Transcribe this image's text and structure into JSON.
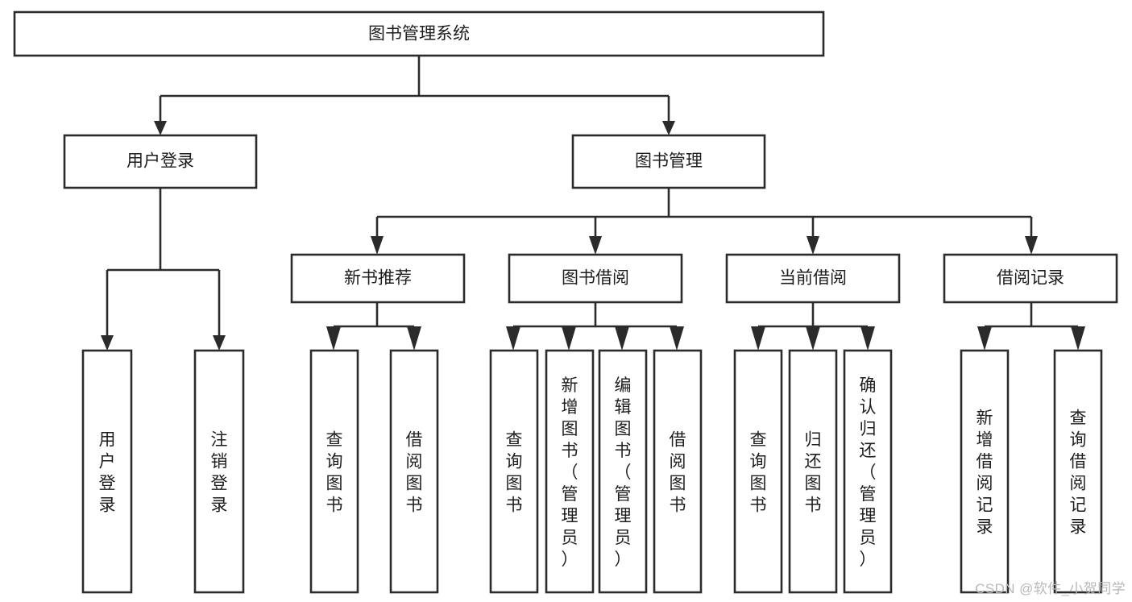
{
  "diagram": {
    "title": "图书管理系统",
    "type": "tree-hierarchy-functional-decomposition",
    "watermark": "CSDN @软件_小贺同学",
    "colors": {
      "background": "#ffffff",
      "box_fill": "#ffffff",
      "box_stroke": "#2b2b2b",
      "text": "#1d1d1d",
      "watermark": "#b8b8b8"
    },
    "levels": {
      "root": {
        "label": "图书管理系统"
      },
      "level2": [
        {
          "id": "user-login",
          "label": "用户登录"
        },
        {
          "id": "book-management",
          "label": "图书管理"
        }
      ],
      "level3": [
        {
          "id": "new-book-recommend",
          "label": "新书推荐",
          "parent": "book-management"
        },
        {
          "id": "book-borrow",
          "label": "图书借阅",
          "parent": "book-management"
        },
        {
          "id": "current-borrow",
          "label": "当前借阅",
          "parent": "book-management"
        },
        {
          "id": "borrow-record",
          "label": "借阅记录",
          "parent": "book-management"
        }
      ],
      "leaves": [
        {
          "id": "leaf-user-login",
          "label": "用户登录",
          "parent": "user-login"
        },
        {
          "id": "leaf-logout-login",
          "label": "注销登录",
          "parent": "user-login"
        },
        {
          "id": "leaf-query-book-1",
          "label": "查询图书",
          "parent": "new-book-recommend"
        },
        {
          "id": "leaf-borrow-book-1",
          "label": "借阅图书",
          "parent": "new-book-recommend"
        },
        {
          "id": "leaf-query-book-2",
          "label": "查询图书",
          "parent": "book-borrow"
        },
        {
          "id": "leaf-add-book",
          "label": "新增图书（管理员）",
          "parent": "book-borrow"
        },
        {
          "id": "leaf-edit-book",
          "label": "编辑图书（管理员）",
          "parent": "book-borrow"
        },
        {
          "id": "leaf-borrow-book-2",
          "label": "借阅图书",
          "parent": "book-borrow"
        },
        {
          "id": "leaf-query-book-3",
          "label": "查询图书",
          "parent": "current-borrow"
        },
        {
          "id": "leaf-return-book",
          "label": "归还图书",
          "parent": "current-borrow"
        },
        {
          "id": "leaf-confirm-return",
          "label": "确认归还（管理员）",
          "parent": "current-borrow"
        },
        {
          "id": "leaf-add-record",
          "label": "新增借阅记录",
          "parent": "borrow-record"
        },
        {
          "id": "leaf-query-record",
          "label": "查询借阅记录",
          "parent": "borrow-record"
        }
      ]
    }
  }
}
